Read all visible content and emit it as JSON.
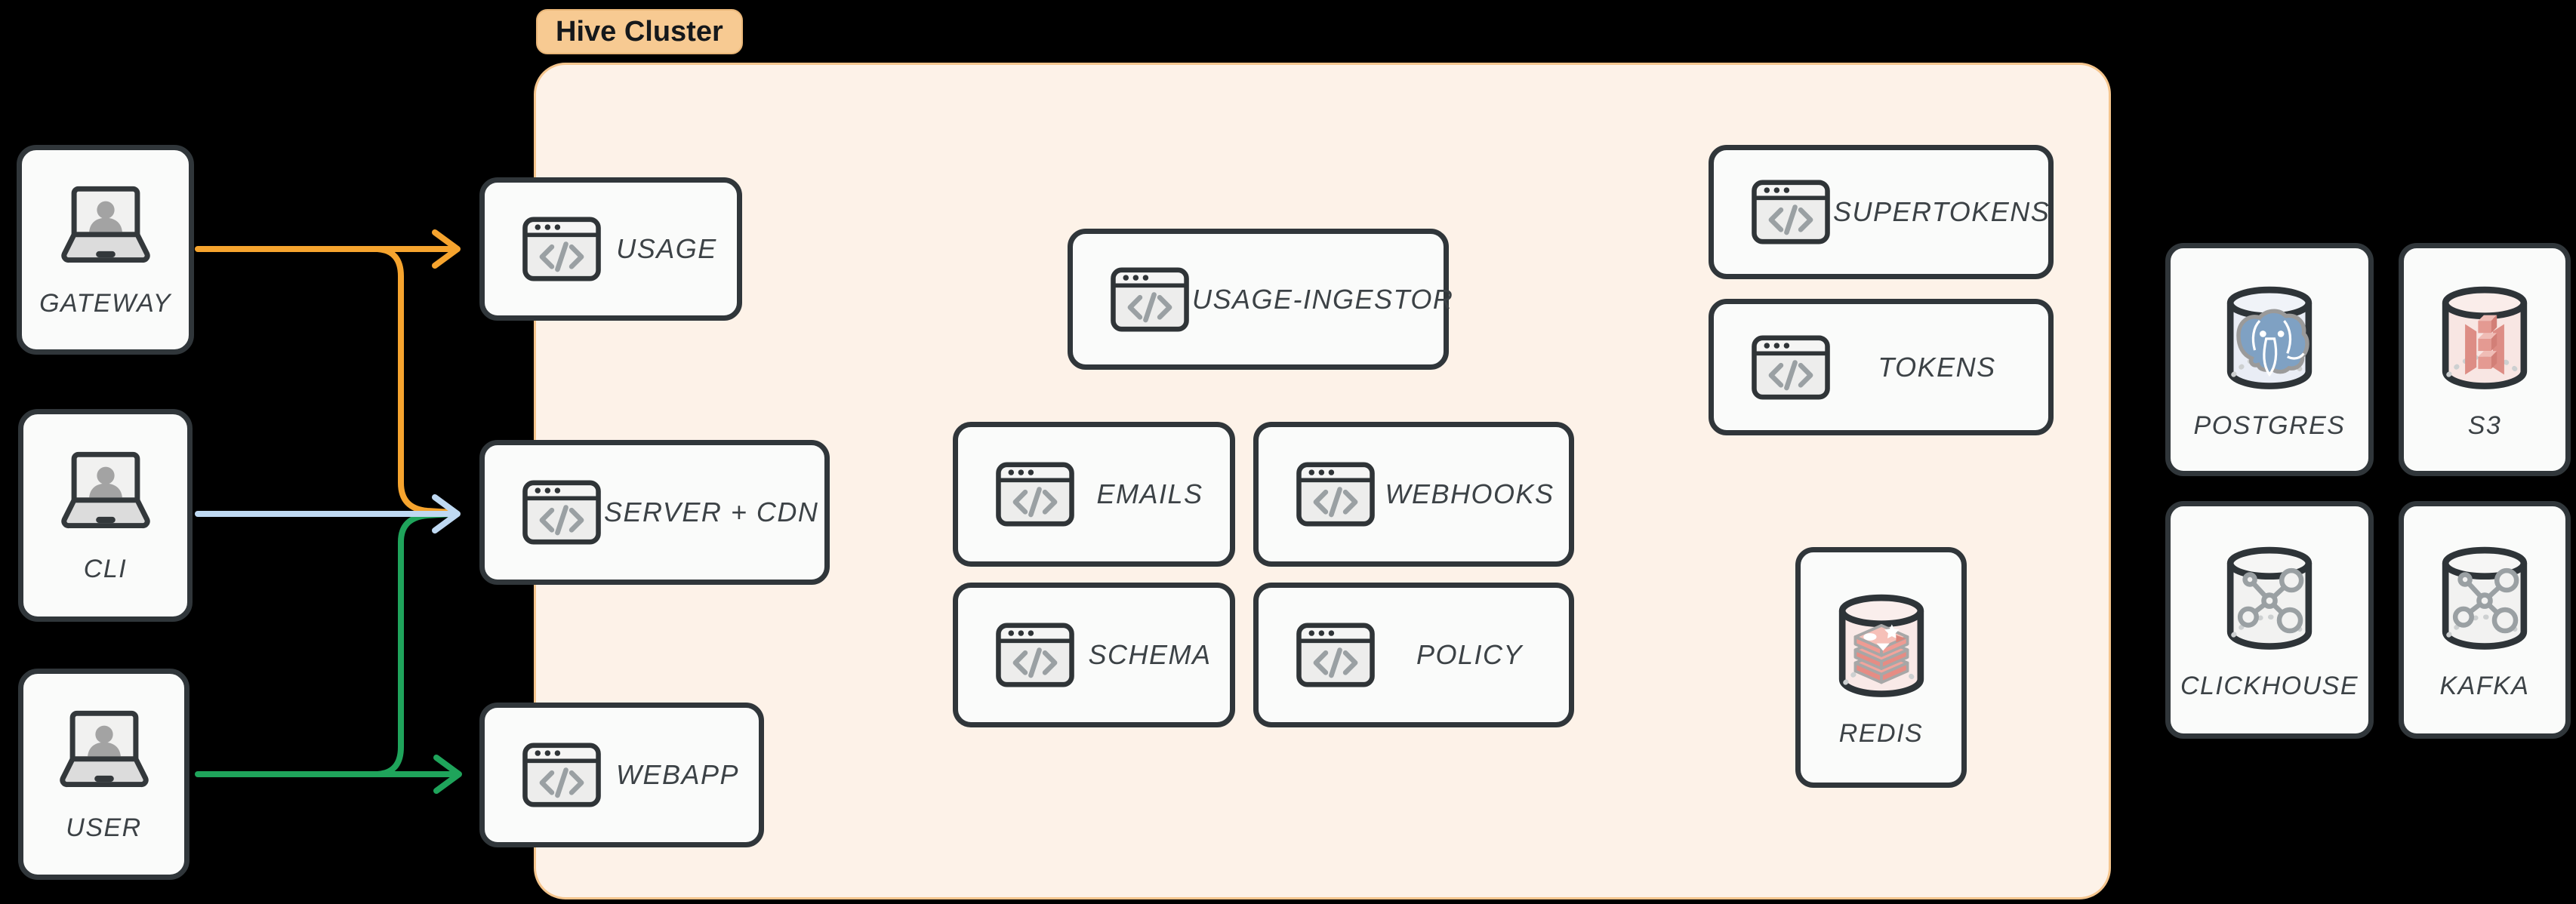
{
  "diagram": {
    "cluster_label": "Hive Cluster",
    "actors": {
      "gateway": {
        "label": "GATEWAY"
      },
      "cli": {
        "label": "CLI"
      },
      "user": {
        "label": "USER"
      }
    },
    "services": {
      "usage": {
        "label": "USAGE"
      },
      "server_cdn": {
        "label": "SERVER + CDN"
      },
      "webapp": {
        "label": "WEBAPP"
      },
      "usage_ingestor": {
        "label": "USAGE-INGESTOR"
      },
      "emails": {
        "label": "EMAILS"
      },
      "webhooks": {
        "label": "WEBHOOKS"
      },
      "schema": {
        "label": "SCHEMA"
      },
      "policy": {
        "label": "POLICY"
      },
      "supertokens": {
        "label": "SUPERTOKENS"
      },
      "tokens": {
        "label": "TOKENS"
      },
      "redis": {
        "label": "REDIS"
      }
    },
    "stores": {
      "postgres": {
        "label": "POSTGRES"
      },
      "s3": {
        "label": "S3"
      },
      "clickhouse": {
        "label": "CLICKHOUSE"
      },
      "kafka": {
        "label": "KAFKA"
      }
    },
    "edges": [
      {
        "from": "gateway",
        "to": "usage",
        "color": "#F6A42E"
      },
      {
        "from": "gateway",
        "to": "server_cdn",
        "color": "#F6A42E"
      },
      {
        "from": "cli",
        "to": "server_cdn",
        "color": "#BFD9F2"
      },
      {
        "from": "user",
        "to": "server_cdn",
        "color": "#1FA45B"
      },
      {
        "from": "user",
        "to": "webapp",
        "color": "#1FA45B"
      }
    ]
  },
  "colors": {
    "orange": "#F6A42E",
    "blue": "#BFD9F2",
    "green": "#1FA45B",
    "clusterFill": "#FDF2E8",
    "clusterBorder": "#F5C58D",
    "badgeFill": "#F7CA92",
    "badgeBorder": "#E9B678",
    "cardFill": "#FAFBFA",
    "cardBorder": "#30363A",
    "labelColor": "#3C4246",
    "pageBg": "#000000"
  }
}
